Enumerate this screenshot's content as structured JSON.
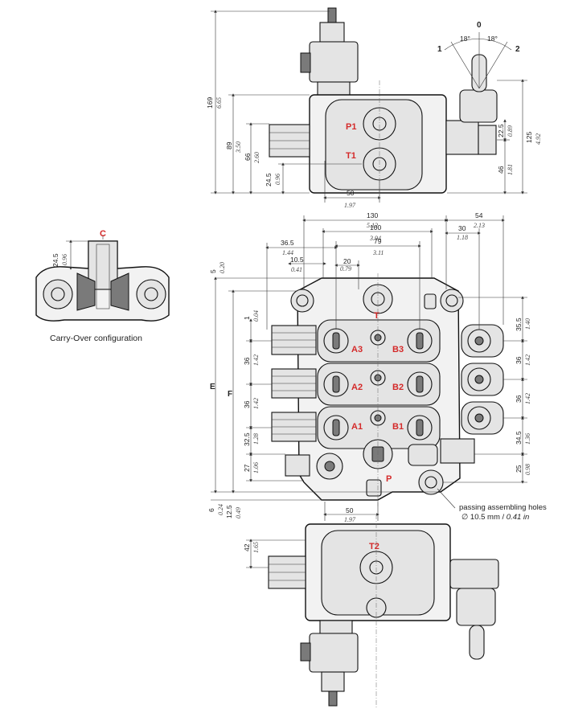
{
  "top_view": {
    "dims": [
      "169",
      "6.65",
      "89",
      "3.50",
      "66",
      "2.60",
      "24.5",
      "0.96",
      "50",
      "1.97",
      "125",
      "4.92",
      "22.5",
      "0.89",
      "46",
      "1.81"
    ],
    "ports": [
      "P1",
      "T1"
    ],
    "lever_angle": {
      "zero": "0",
      "left_pos": "1",
      "right_pos": "2",
      "angle_left": "18°",
      "angle_right": "18°"
    }
  },
  "front_view": {
    "top_dims": [
      "130",
      "5.12",
      "54",
      "2.13",
      "100",
      "3.94",
      "30",
      "1.18",
      "79",
      "3.11",
      "36.5",
      "1.44",
      "10.5",
      "0.41",
      "20",
      "0.79"
    ],
    "left_dims": [
      "5",
      "0.20",
      "1",
      "0.04",
      "36",
      "1.42",
      "36",
      "1.42",
      "32.5",
      "1.28",
      "27",
      "1.06",
      "6",
      "0.24",
      "12.5",
      "0.49"
    ],
    "right_dims": [
      "35.5",
      "1.40",
      "36",
      "1.42",
      "36",
      "1.42",
      "34.5",
      "1.36",
      "25",
      "0.98"
    ],
    "letters": {
      "e": "E",
      "f": "F"
    },
    "ports": [
      "T",
      "A3",
      "B3",
      "A2",
      "B2",
      "A1",
      "B1",
      "P"
    ],
    "bottom_dims": [
      "50",
      "1.97"
    ]
  },
  "bottom_view": {
    "dims": [
      "42",
      "1.65"
    ],
    "ports": [
      "T2"
    ]
  },
  "carry_over": {
    "caption": "Carry-Over configuration",
    "port_label": "C",
    "dims": [
      "24.5",
      "0.96"
    ]
  },
  "assembly_note": {
    "line1": "passing assembling holes",
    "line2_prefix": "∅ 10.5 mm / ",
    "line2_inch": "0.41 in"
  },
  "colors": {
    "port_label": "#d42a2a",
    "line": "#111111"
  }
}
